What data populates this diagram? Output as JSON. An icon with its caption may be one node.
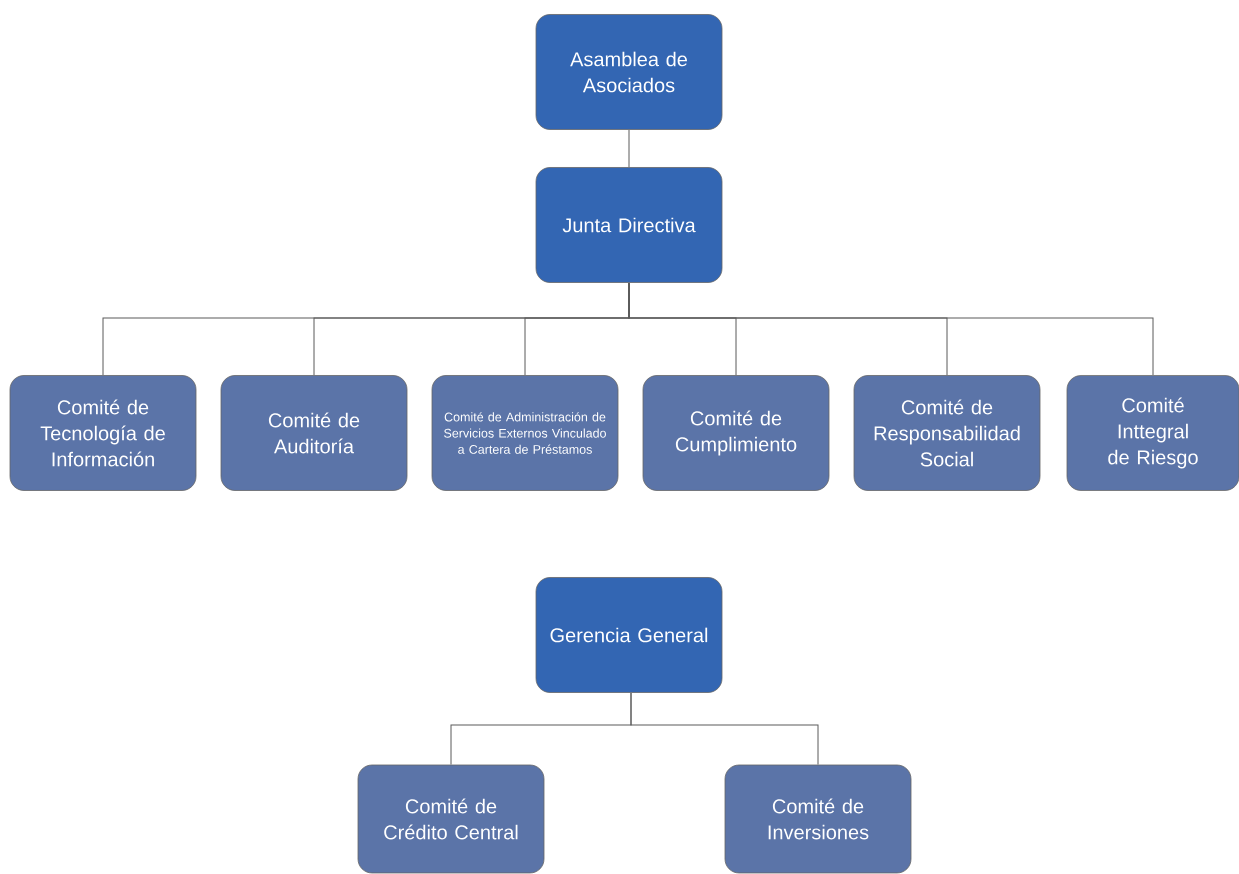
{
  "diagram": {
    "nodes": [
      {
        "text": [
          "Asamblea de Asociados"
        ]
      },
      {
        "text": [
          "Junta Directiva"
        ]
      },
      {
        "text": [
          "Comité de Tecnología de Información"
        ]
      },
      {
        "text": [
          "Comité de Auditoría"
        ]
      },
      {
        "text": [
          "Comité de Administración de Servicios Externos Vinculado a Cartera de Préstamos"
        ]
      },
      {
        "text": [
          "Comité de Cumplimiento"
        ]
      },
      {
        "text": [
          "Comité de Responsabilidad Social"
        ]
      },
      {
        "text": [
          "Comité Inttegral de Riesgo"
        ]
      },
      {
        "text": [
          "Gerencia General"
        ]
      },
      {
        "text": [
          "Comité de Crédito Central"
        ]
      },
      {
        "text": [
          "Comité de Inversiones"
        ]
      }
    ],
    "edges": [
      {
        "from": 0,
        "to": 1,
        "arrow": "none"
      },
      {
        "from": 1,
        "to": 2,
        "arrow": "none"
      },
      {
        "from": 1,
        "to": 3,
        "arrow": "none"
      },
      {
        "from": 1,
        "to": 4,
        "arrow": "none"
      },
      {
        "from": 1,
        "to": 5,
        "arrow": "none"
      },
      {
        "from": 1,
        "to": 6,
        "arrow": "none"
      },
      {
        "from": 1,
        "to": 7,
        "arrow": "none"
      },
      {
        "from": 8,
        "to": 9,
        "arrow": "none"
      },
      {
        "from": 8,
        "to": 10,
        "arrow": "none"
      }
    ]
  }
}
